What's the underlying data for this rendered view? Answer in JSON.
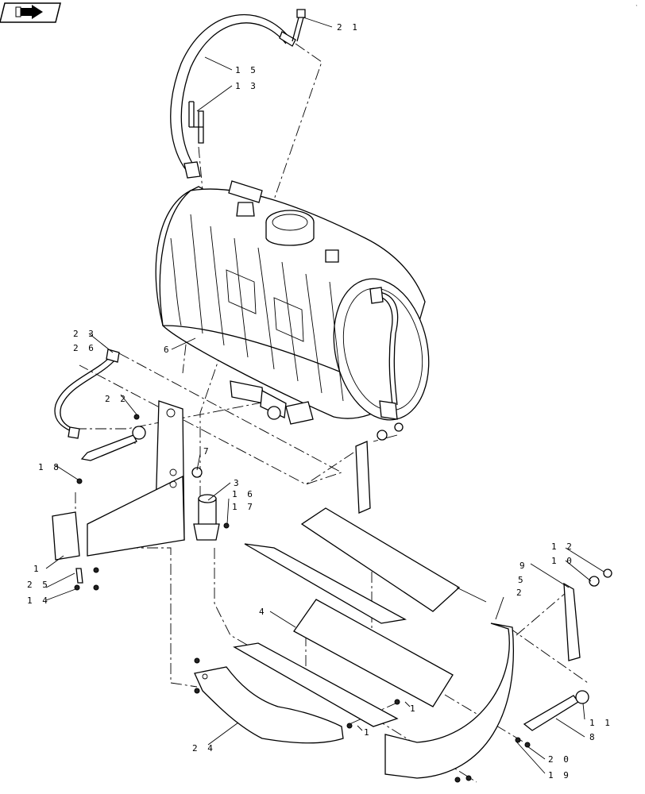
{
  "nav_icon": "page-forward-arrow-icon",
  "callouts": [
    {
      "id": "c21",
      "text": "2 1"
    },
    {
      "id": "c15",
      "text": "1 5"
    },
    {
      "id": "c13",
      "text": "1 3"
    },
    {
      "id": "c6",
      "text": "6"
    },
    {
      "id": "c23",
      "text": "2 3"
    },
    {
      "id": "c26",
      "text": "2 6"
    },
    {
      "id": "c22",
      "text": "2 2"
    },
    {
      "id": "c7",
      "text": "7"
    },
    {
      "id": "c18",
      "text": "1 8"
    },
    {
      "id": "c3",
      "text": "3"
    },
    {
      "id": "c16",
      "text": "1 6"
    },
    {
      "id": "c17",
      "text": "1 7"
    },
    {
      "id": "c1",
      "text": "1"
    },
    {
      "id": "c25",
      "text": "2 5"
    },
    {
      "id": "c14",
      "text": "1 4"
    },
    {
      "id": "c12",
      "text": "1 2"
    },
    {
      "id": "c10",
      "text": "1 0"
    },
    {
      "id": "c9",
      "text": "9"
    },
    {
      "id": "c5",
      "text": "5"
    },
    {
      "id": "c2",
      "text": "2"
    },
    {
      "id": "c4",
      "text": "4"
    },
    {
      "id": "c11",
      "text": "1 1"
    },
    {
      "id": "c8",
      "text": "8"
    },
    {
      "id": "c1b",
      "text": "1"
    },
    {
      "id": "c1c",
      "text": "1"
    },
    {
      "id": "c24",
      "text": "2 4"
    },
    {
      "id": "c20",
      "text": "2 0"
    },
    {
      "id": "c19",
      "text": "1 9"
    }
  ]
}
